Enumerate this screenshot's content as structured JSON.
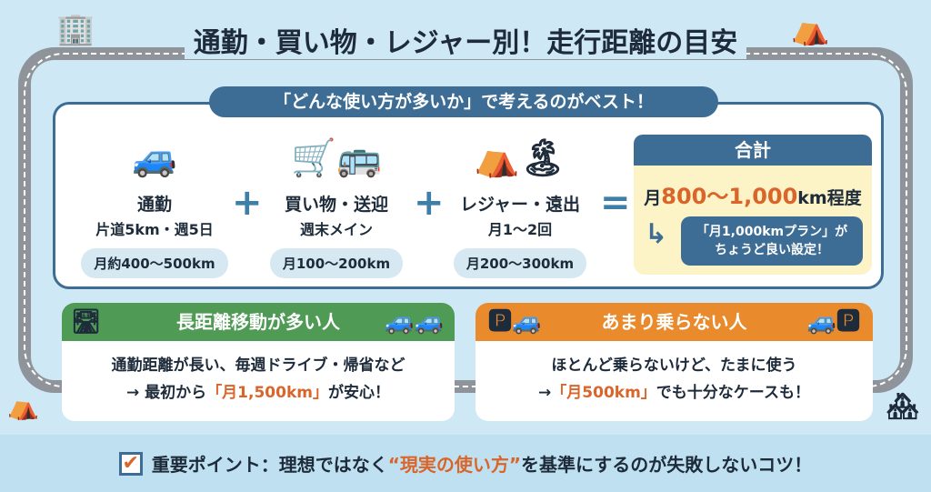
{
  "title": "通勤・買い物・レジャー別！走行距離の目安",
  "banner": "「どんな使い方が多いか」で考えるのがベスト！",
  "columns": [
    {
      "icon": "car-icon",
      "heading": "通勤",
      "sub": "片道5km・週5日",
      "range": "月約400〜500km"
    },
    {
      "icon": "shopping-bus-icon",
      "heading": "買い物・送迎",
      "sub": "週末メイン",
      "range": "月100〜200km"
    },
    {
      "icon": "tent-beach-icon",
      "heading": "レジャー・遠出",
      "sub": "月1〜2回",
      "range": "月200〜300km"
    }
  ],
  "operators": {
    "plus": "+",
    "equals": "="
  },
  "total": {
    "header": "合計",
    "prefix": "月",
    "value": "800〜1,000",
    "suffix": "km程度",
    "note_line1": "「月1,000kmプラン」が",
    "note_line2": "ちょうど良い設定！"
  },
  "long_distance": {
    "header": "長距離移動が多い人",
    "line1": "通勤距離が長い、毎週ドライブ・帰省など",
    "line2_prefix": "→ 最初から",
    "line2_accent": "「月1,500km」",
    "line2_suffix": "が安心！"
  },
  "rare_use": {
    "header": "あまり乗らない人",
    "line1": "ほとんど乗らないけど、たまに使う",
    "line2_prefix": "→",
    "line2_accent": "「月500km」",
    "line2_suffix": "でも十分なケースも！"
  },
  "footer": {
    "prefix": "重要ポイント：理想ではなく",
    "accent": "“現実の使い方”",
    "suffix": "を基準にするのが失敗しないコツ！"
  },
  "colors": {
    "navy": "#3d6d94",
    "green": "#4f9a55",
    "orange": "#e98a2d",
    "accent": "#d9652a"
  }
}
